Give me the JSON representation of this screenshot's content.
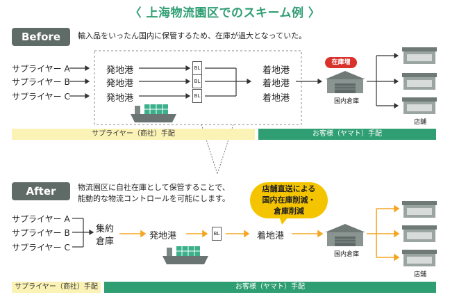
{
  "title": "〈 上海物流園区でのスキーム例 〉",
  "before": {
    "tag": "Before",
    "description": "輸入品をいったん国内に保管するため、在庫が過大となっていた。",
    "suppliers": [
      "サプライヤー A",
      "サプライヤー B",
      "サプライヤー C"
    ],
    "departure_ports": [
      "発地港",
      "発地港",
      "発地港"
    ],
    "bl_labels": [
      "BL",
      "BL",
      "BL"
    ],
    "arrival_ports": [
      "着地港",
      "着地港",
      "着地港"
    ],
    "warehouse_label": "国内倉庫",
    "overstock_badge": "在庫増",
    "store_label": "店舗",
    "band_left": "サプライヤー（商社）手配",
    "band_right": "お客様（ヤマト）手配"
  },
  "after": {
    "tag": "After",
    "description_line1": "物流園区に自社在庫として保管することで、",
    "description_line2": "能動的な物流コントロールを可能にします。",
    "suppliers": [
      "サプライヤー A",
      "サプライヤー B",
      "サプライヤー C"
    ],
    "consolidation_line1": "集約",
    "consolidation_line2": "倉庫",
    "departure_port": "発地港",
    "bl_label": "BL",
    "arrival_port": "着地港",
    "bubble_line1": "店舗直送による",
    "bubble_line2": "国内在庫削減・",
    "bubble_line3": "倉庫削減",
    "warehouse_label": "国内倉庫",
    "store_label": "店舗",
    "band_left": "サプライヤー（商社）手配",
    "band_right": "お客様（ヤマト）手配"
  },
  "colors": {
    "brand_green": "#2f9e72",
    "tag_gray": "#5f6b66",
    "arrow_orange": "#f5a623",
    "badge_red": "#d9322a",
    "bubble_yellow": "#f5c400",
    "band_yellow": "#fbf2b6"
  }
}
